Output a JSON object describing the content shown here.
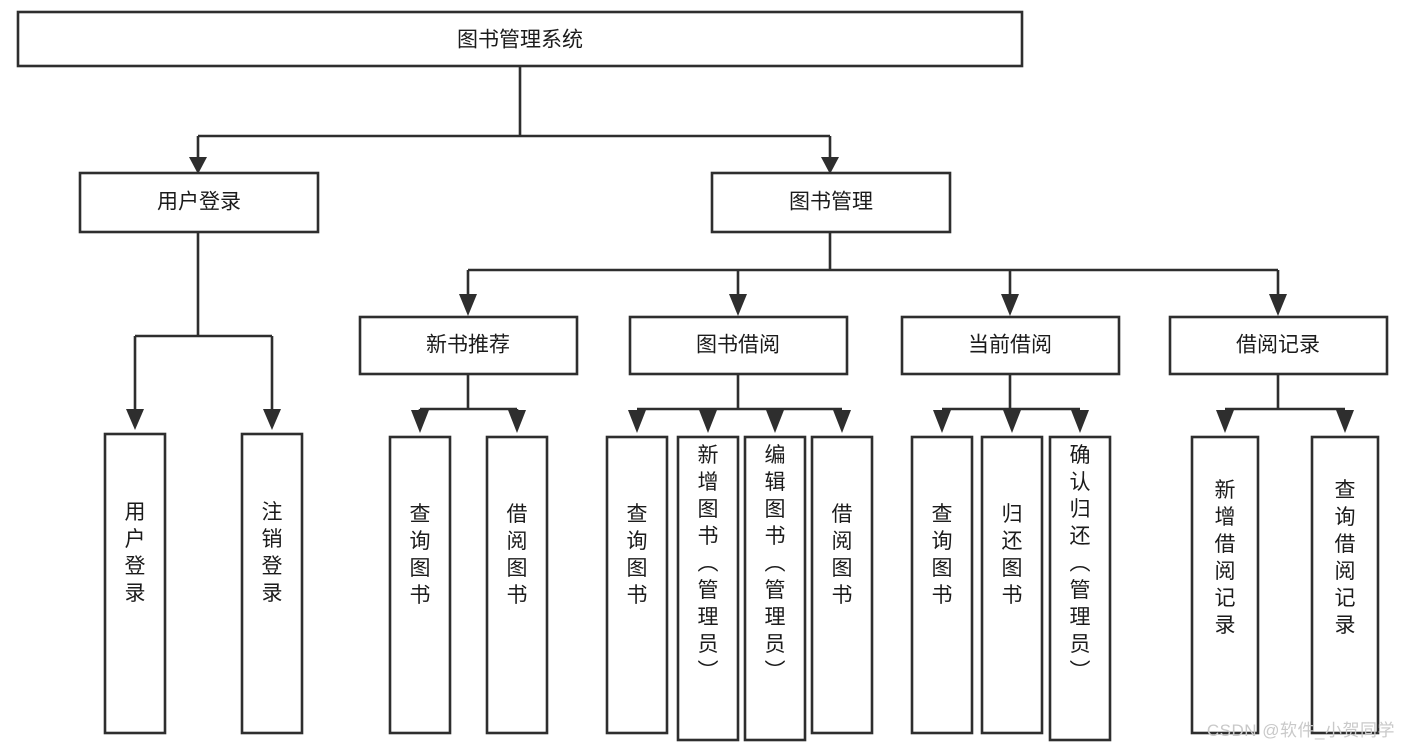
{
  "diagram": {
    "type": "tree-hierarchy",
    "orientation": "top-down",
    "title": "图书管理系统",
    "colors": {
      "box_fill": "#ffffff",
      "box_stroke": "#2e2e2e",
      "text": "#1b1b1b",
      "watermark": "#c9c9c9",
      "background": "#ffffff"
    },
    "levels": [
      {
        "index": 0,
        "label_orientation": "horizontal"
      },
      {
        "index": 1,
        "label_orientation": "horizontal"
      },
      {
        "index": 2,
        "label_orientation": "horizontal"
      },
      {
        "index": 3,
        "label_orientation": "vertical"
      }
    ]
  },
  "root": {
    "label": "图书管理系统"
  },
  "level1": [
    {
      "label": "用户登录"
    },
    {
      "label": "图书管理"
    }
  ],
  "level2": [
    {
      "label": "新书推荐"
    },
    {
      "label": "图书借阅"
    },
    {
      "label": "当前借阅"
    },
    {
      "label": "借阅记录"
    }
  ],
  "leaves": {
    "user_login": [
      {
        "label": "用户登录"
      },
      {
        "label": "注销登录"
      }
    ],
    "new_book_recommend": [
      {
        "label": "查询图书"
      },
      {
        "label": "借阅图书"
      }
    ],
    "book_borrow": [
      {
        "label": "查询图书"
      },
      {
        "label": "新增图书（管理员）"
      },
      {
        "label": "编辑图书（管理员）"
      },
      {
        "label": "借阅图书"
      }
    ],
    "current_borrow": [
      {
        "label": "查询图书"
      },
      {
        "label": "归还图书"
      },
      {
        "label": "确认归还（管理员）"
      }
    ],
    "borrow_record": [
      {
        "label": "新增借阅记录"
      },
      {
        "label": "查询借阅记录"
      }
    ]
  },
  "watermark": {
    "text": "CSDN @软件_小贺同学"
  }
}
